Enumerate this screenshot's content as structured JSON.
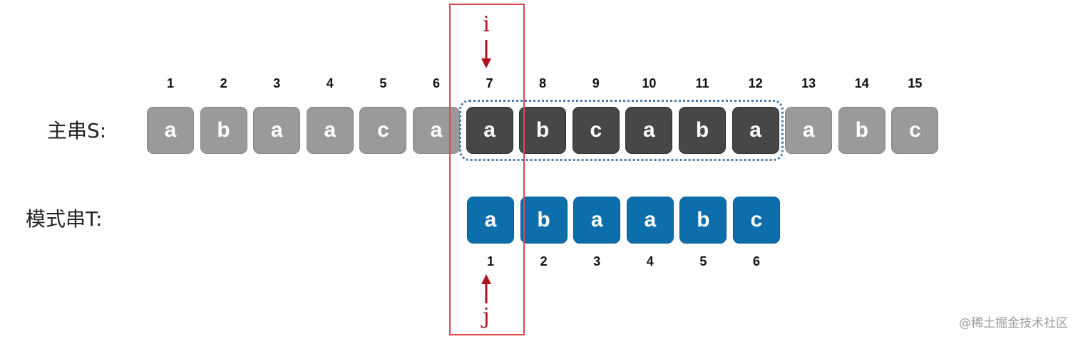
{
  "main_string": {
    "label": "主串S:",
    "chars": [
      "a",
      "b",
      "a",
      "a",
      "c",
      "a",
      "a",
      "b",
      "c",
      "a",
      "b",
      "a",
      "a",
      "b",
      "c"
    ],
    "indices": [
      "1",
      "2",
      "3",
      "4",
      "5",
      "6",
      "7",
      "8",
      "9",
      "10",
      "11",
      "12",
      "13",
      "14",
      "15"
    ],
    "highlighted_range": [
      7,
      12
    ]
  },
  "pattern_string": {
    "label": "模式串T:",
    "chars": [
      "a",
      "b",
      "a",
      "a",
      "b",
      "c"
    ],
    "indices": [
      "1",
      "2",
      "3",
      "4",
      "5",
      "6"
    ]
  },
  "pointers": {
    "i": {
      "label": "i",
      "position": 7
    },
    "j": {
      "label": "j",
      "position": 1
    }
  },
  "colors": {
    "unmatched_cell": "#9a9a9a",
    "compared_cell": "#474747",
    "pattern_cell": "#0c6eaa",
    "pointer": "#b0121b",
    "frame": "#e0474c",
    "match_outline": "#4a7ea8"
  },
  "watermark": "@稀土掘金技术社区"
}
